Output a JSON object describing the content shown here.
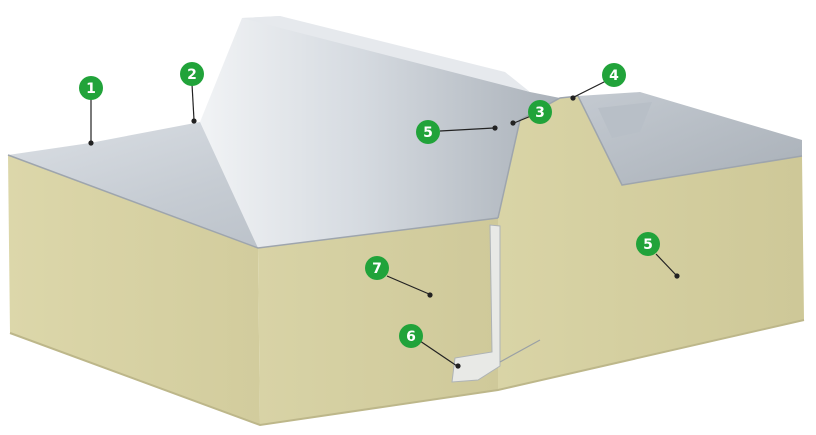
{
  "colors": {
    "badge_fill": "#21a33a",
    "badge_text": "#ffffff",
    "leader_line": "#222222",
    "foam_core": "#d6d0a3",
    "metal_skin": "#c9cfd6"
  },
  "callouts": [
    {
      "id": "c1",
      "label": "1"
    },
    {
      "id": "c2",
      "label": "2"
    },
    {
      "id": "c3",
      "label": "3"
    },
    {
      "id": "c4",
      "label": "4"
    },
    {
      "id": "c5a",
      "label": "5"
    },
    {
      "id": "c5b",
      "label": "5"
    },
    {
      "id": "c6",
      "label": "6"
    },
    {
      "id": "c7",
      "label": "7"
    }
  ]
}
